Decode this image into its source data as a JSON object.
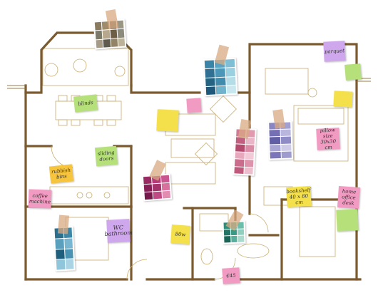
{
  "notes": {
    "blinds": "blinds",
    "sliding_doors": "sliding doors",
    "rubbish_bins": "rubbish bins",
    "coffee_machine": "coffee machine",
    "wc_bathroom": "WC bathroom",
    "price_80w": "80w",
    "price_45": "€45",
    "parquet": "parquet",
    "pillow_size": "pillow size 30x30 cm",
    "bookshelf": "bookshelf 40 x 80 cm",
    "home_office_desk": "home office desk"
  },
  "colors": {
    "wall": "#7a5a2e",
    "line": "#b8975a",
    "note_green": "#b6e07a",
    "note_yellow": "#f4e04a",
    "note_pink": "#f29bc2",
    "note_purple": "#cfa7ec",
    "note_orange": "#f6c43d",
    "tape": "#d9a67c"
  }
}
